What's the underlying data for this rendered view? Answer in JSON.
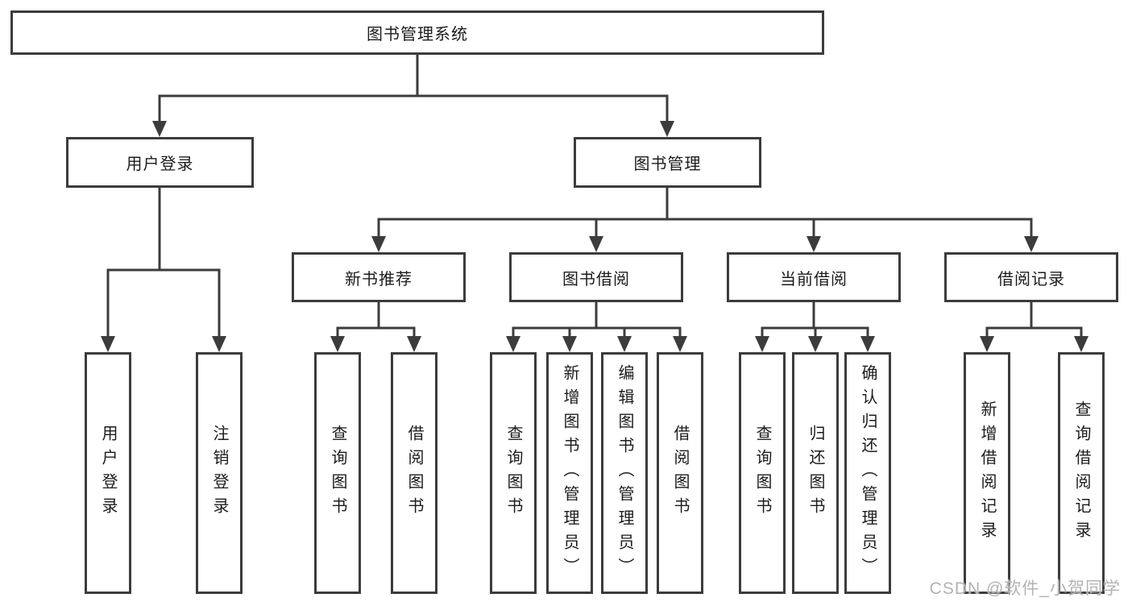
{
  "diagram": {
    "root": "图书管理系统",
    "level2": [
      "用户登录",
      "图书管理"
    ],
    "level3": [
      "新书推荐",
      "图书借阅",
      "当前借阅",
      "借阅记录"
    ],
    "leaves": {
      "user_login": [
        "用户登录",
        "注销登录"
      ],
      "new_books": [
        "查询图书",
        "借阅图书"
      ],
      "book_borrow": [
        "查询图书",
        "新增图书（管理员）",
        "编辑图书（管理员）",
        "借阅图书"
      ],
      "current_borrow": [
        "查询图书",
        "归还图书",
        "确认归还（管理员）"
      ],
      "borrow_records": [
        "新增借阅记录",
        "查询借阅记录"
      ]
    }
  },
  "watermark": "CSDN @软件_小贺同学",
  "colors": {
    "line": "#3c3c3c",
    "box_border": "#3c3c3c",
    "text": "#1c1c1c",
    "watermark": "#b3b3b3",
    "background": "#ffffff"
  }
}
